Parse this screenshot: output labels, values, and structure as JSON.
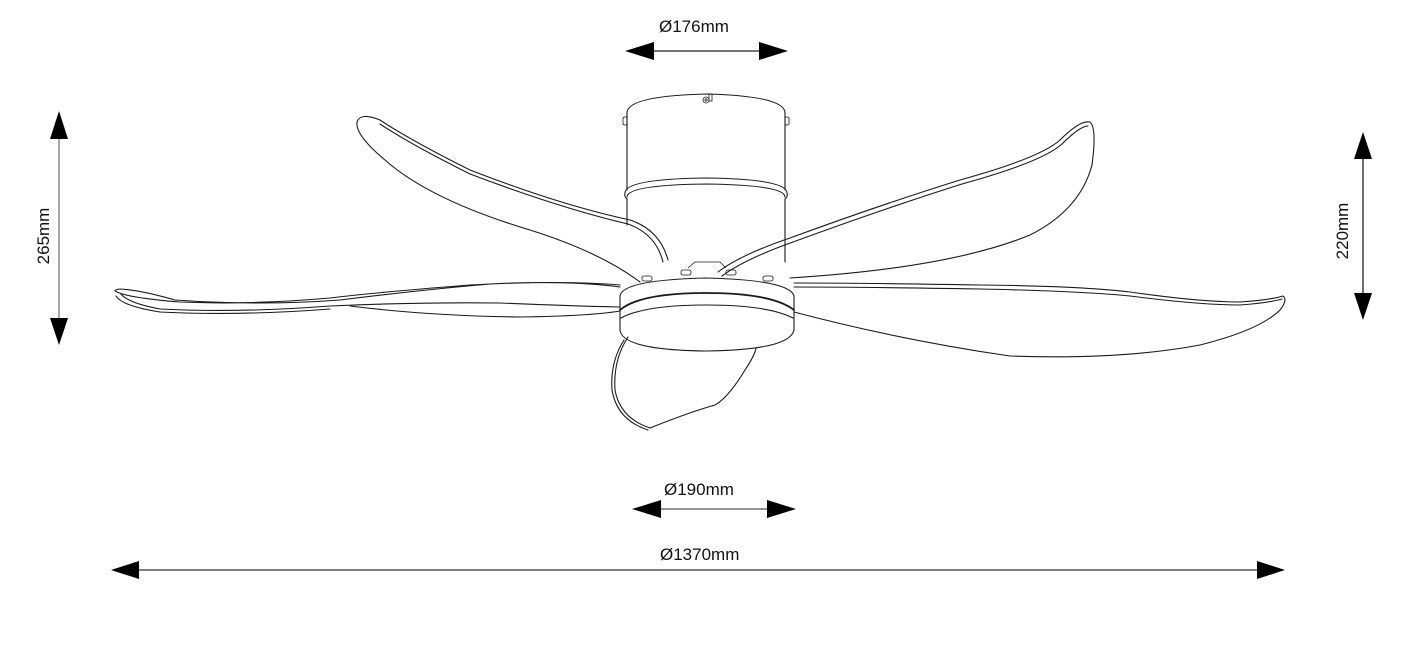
{
  "drawing": {
    "subject": "ceiling fan dimension drawing",
    "line_color": "#1a1a1a",
    "background": "#ffffff",
    "blade_count": 5
  },
  "dimensions": {
    "canopy_diameter": {
      "label": "Ø176mm",
      "value_mm": 176,
      "orientation": "horizontal"
    },
    "light_kit_diameter": {
      "label": "Ø190mm",
      "value_mm": 190,
      "orientation": "horizontal"
    },
    "overall_span": {
      "label": "Ø1370mm",
      "value_mm": 1370,
      "orientation": "horizontal"
    },
    "total_height": {
      "label": "265mm",
      "value_mm": 265,
      "orientation": "vertical"
    },
    "ceiling_to_blade_height": {
      "label": "220mm",
      "value_mm": 220,
      "orientation": "vertical"
    }
  }
}
